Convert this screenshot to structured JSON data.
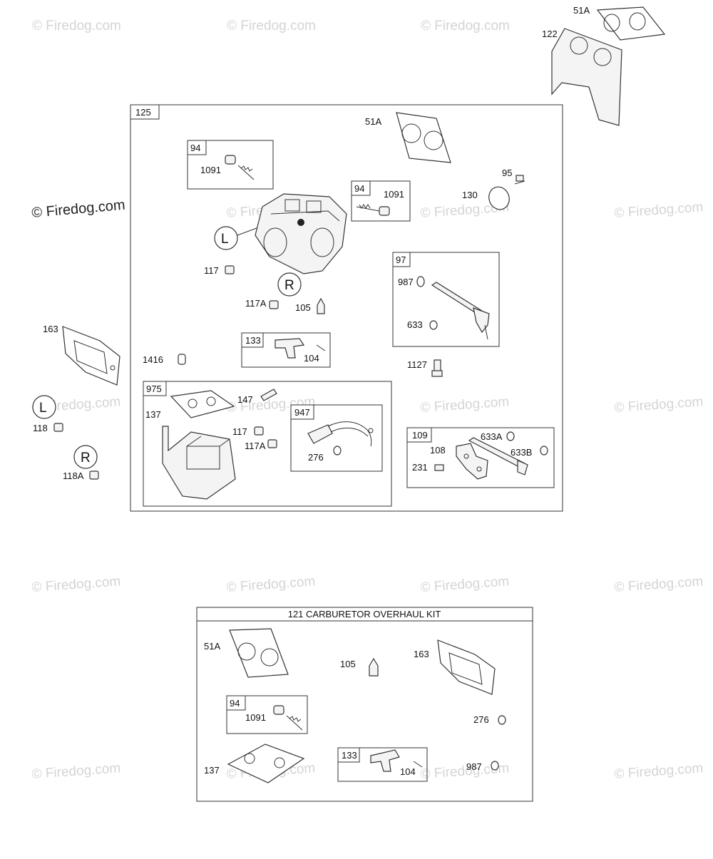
{
  "watermark": "© Firedog.com",
  "main_group": {
    "id": "125",
    "side_left": "L",
    "side_right": "R"
  },
  "labels": {
    "p51a_top": "51A",
    "p122": "122",
    "p51a_main": "51A",
    "p95": "95",
    "p130": "130",
    "p94_a": "94",
    "p1091_a": "1091",
    "p94_b": "94",
    "p1091_b": "1091",
    "p117": "117",
    "p117a": "117A",
    "p105": "105",
    "p97": "97",
    "p987": "987",
    "p633": "633",
    "p133": "133",
    "p104": "104",
    "p1127": "1127",
    "p1416": "1416",
    "p163": "163",
    "p118": "118",
    "p118a": "118A",
    "p975": "975",
    "p147": "147",
    "p137": "137",
    "p117_b": "117",
    "p117a_b": "117A",
    "p947": "947",
    "p276": "276",
    "p109": "109",
    "p633a": "633A",
    "p108": "108",
    "p633b": "633B",
    "p231": "231",
    "side_l": "L",
    "side_r": "R"
  },
  "kit": {
    "title": "121 CARBURETOR OVERHAUL KIT",
    "p51a": "51A",
    "p105": "105",
    "p163": "163",
    "p94": "94",
    "p1091": "1091",
    "p276": "276",
    "p137": "137",
    "p133": "133",
    "p104": "104",
    "p987": "987"
  }
}
